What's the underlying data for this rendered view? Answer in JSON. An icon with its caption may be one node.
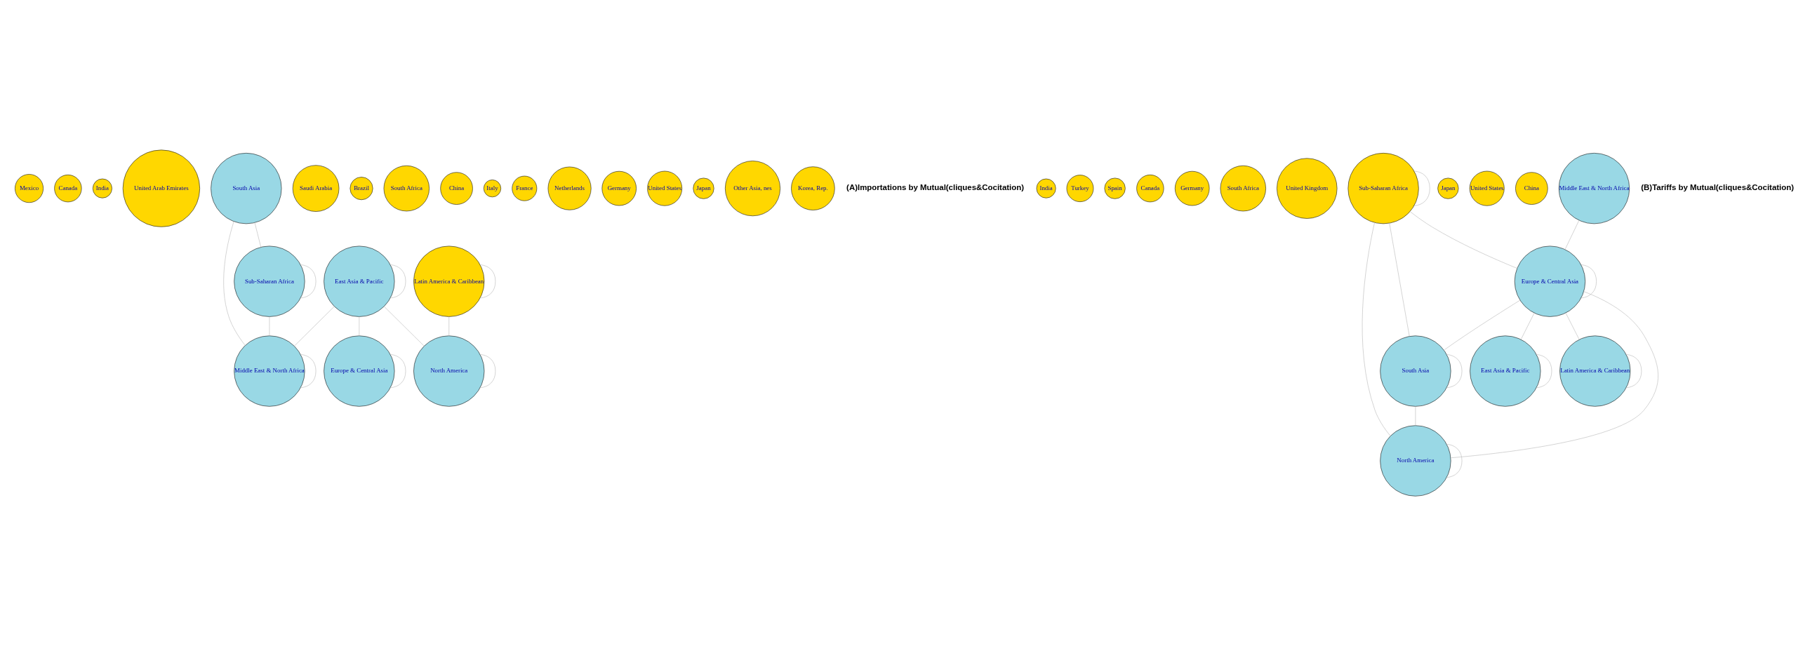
{
  "diagram": {
    "nodes": [
      {
        "text": [
          "Korea, Rep."
        ]
      },
      {
        "text": [
          "Other Asia, nes"
        ]
      },
      {
        "text": [
          "Japan"
        ]
      },
      {
        "text": [
          "United States"
        ]
      },
      {
        "text": [
          "North America"
        ]
      },
      {
        "text": [
          "Germany"
        ]
      },
      {
        "text": [
          "Netherlands"
        ]
      },
      {
        "text": [
          "Middle East & North Africa"
        ]
      },
      {
        "text": [
          "Europe & Central Asia"
        ]
      },
      {
        "text": [
          "France"
        ]
      },
      {
        "text": [
          "East Asia & Pacific"
        ]
      },
      {
        "text": [
          "Italy"
        ]
      },
      {
        "text": [
          "China"
        ]
      },
      {
        "text": [
          "Latin America & Caribbean"
        ]
      },
      {
        "text": [
          "South Africa"
        ]
      },
      {
        "text": [
          "Brazil"
        ]
      },
      {
        "text": [
          "Saudi Arabia"
        ]
      },
      {
        "text": [
          "South Asia"
        ]
      },
      {
        "text": [
          "United Arab Emirates"
        ]
      },
      {
        "text": [
          "India"
        ]
      },
      {
        "text": [
          "Canada"
        ]
      },
      {
        "text": [
          "Sub-Saharan Africa"
        ]
      },
      {
        "text": [
          "Mexico"
        ]
      },
      {
        "text": [
          "Middle East & North Africa"
        ]
      },
      {
        "text": [
          "China"
        ]
      },
      {
        "text": [
          "South Asia"
        ]
      },
      {
        "text": [
          "Latin America & Caribbean"
        ]
      },
      {
        "text": [
          "United States"
        ]
      },
      {
        "text": [
          "North America"
        ]
      },
      {
        "text": [
          "Japan"
        ]
      },
      {
        "text": [
          "Sub-Saharan Africa"
        ]
      },
      {
        "text": [
          "Europe & Central Asia"
        ]
      },
      {
        "text": [
          "East Asia & Pacific"
        ]
      },
      {
        "text": [
          "United Kingdom"
        ]
      },
      {
        "text": [
          "South Africa"
        ]
      },
      {
        "text": [
          "Germany"
        ]
      },
      {
        "text": [
          "Canada"
        ]
      },
      {
        "text": [
          "Spain"
        ]
      },
      {
        "text": [
          "Turkey"
        ]
      },
      {
        "text": [
          "India"
        ]
      }
    ],
    "edges": [
      {
        "from": 13,
        "to": 4,
        "arrow": "none"
      },
      {
        "from": 10,
        "to": 4,
        "arrow": "none"
      },
      {
        "from": 10,
        "to": 7,
        "arrow": "none"
      },
      {
        "from": 10,
        "to": 8,
        "arrow": "none"
      },
      {
        "from": 17,
        "to": 7,
        "arrow": "none"
      },
      {
        "from": 21,
        "to": 7,
        "arrow": "none"
      },
      {
        "from": 17,
        "to": 21,
        "arrow": "none"
      },
      {
        "from": 4,
        "to": 4,
        "arrow": "none"
      },
      {
        "from": 7,
        "to": 7,
        "arrow": "none"
      },
      {
        "from": 8,
        "to": 8,
        "arrow": "none"
      },
      {
        "from": 10,
        "to": 10,
        "arrow": "none"
      },
      {
        "from": 13,
        "to": 13,
        "arrow": "none"
      },
      {
        "from": 21,
        "to": 21,
        "arrow": "none"
      },
      {
        "from": 23,
        "to": 31,
        "arrow": "none"
      },
      {
        "from": 30,
        "to": 25,
        "arrow": "none"
      },
      {
        "from": 30,
        "to": 28,
        "arrow": "none"
      },
      {
        "from": 30,
        "to": 31,
        "arrow": "none"
      },
      {
        "from": 31,
        "to": 32,
        "arrow": "none"
      },
      {
        "from": 31,
        "to": 25,
        "arrow": "none"
      },
      {
        "from": 31,
        "to": 26,
        "arrow": "none"
      },
      {
        "from": 31,
        "to": 28,
        "arrow": "none"
      },
      {
        "from": 25,
        "to": 28,
        "arrow": "none"
      },
      {
        "from": 25,
        "to": 25,
        "arrow": "none"
      },
      {
        "from": 26,
        "to": 26,
        "arrow": "none"
      },
      {
        "from": 28,
        "to": 28,
        "arrow": "none"
      },
      {
        "from": 30,
        "to": 30,
        "arrow": "none"
      },
      {
        "from": 31,
        "to": 31,
        "arrow": "none"
      },
      {
        "from": 32,
        "to": 32,
        "arrow": "none"
      }
    ],
    "labels": [
      "(A)Importations by Mutual(cliques&Cocitation)",
      "(B)Tariffs by Mutual(cliques&Cocitation)"
    ]
  }
}
